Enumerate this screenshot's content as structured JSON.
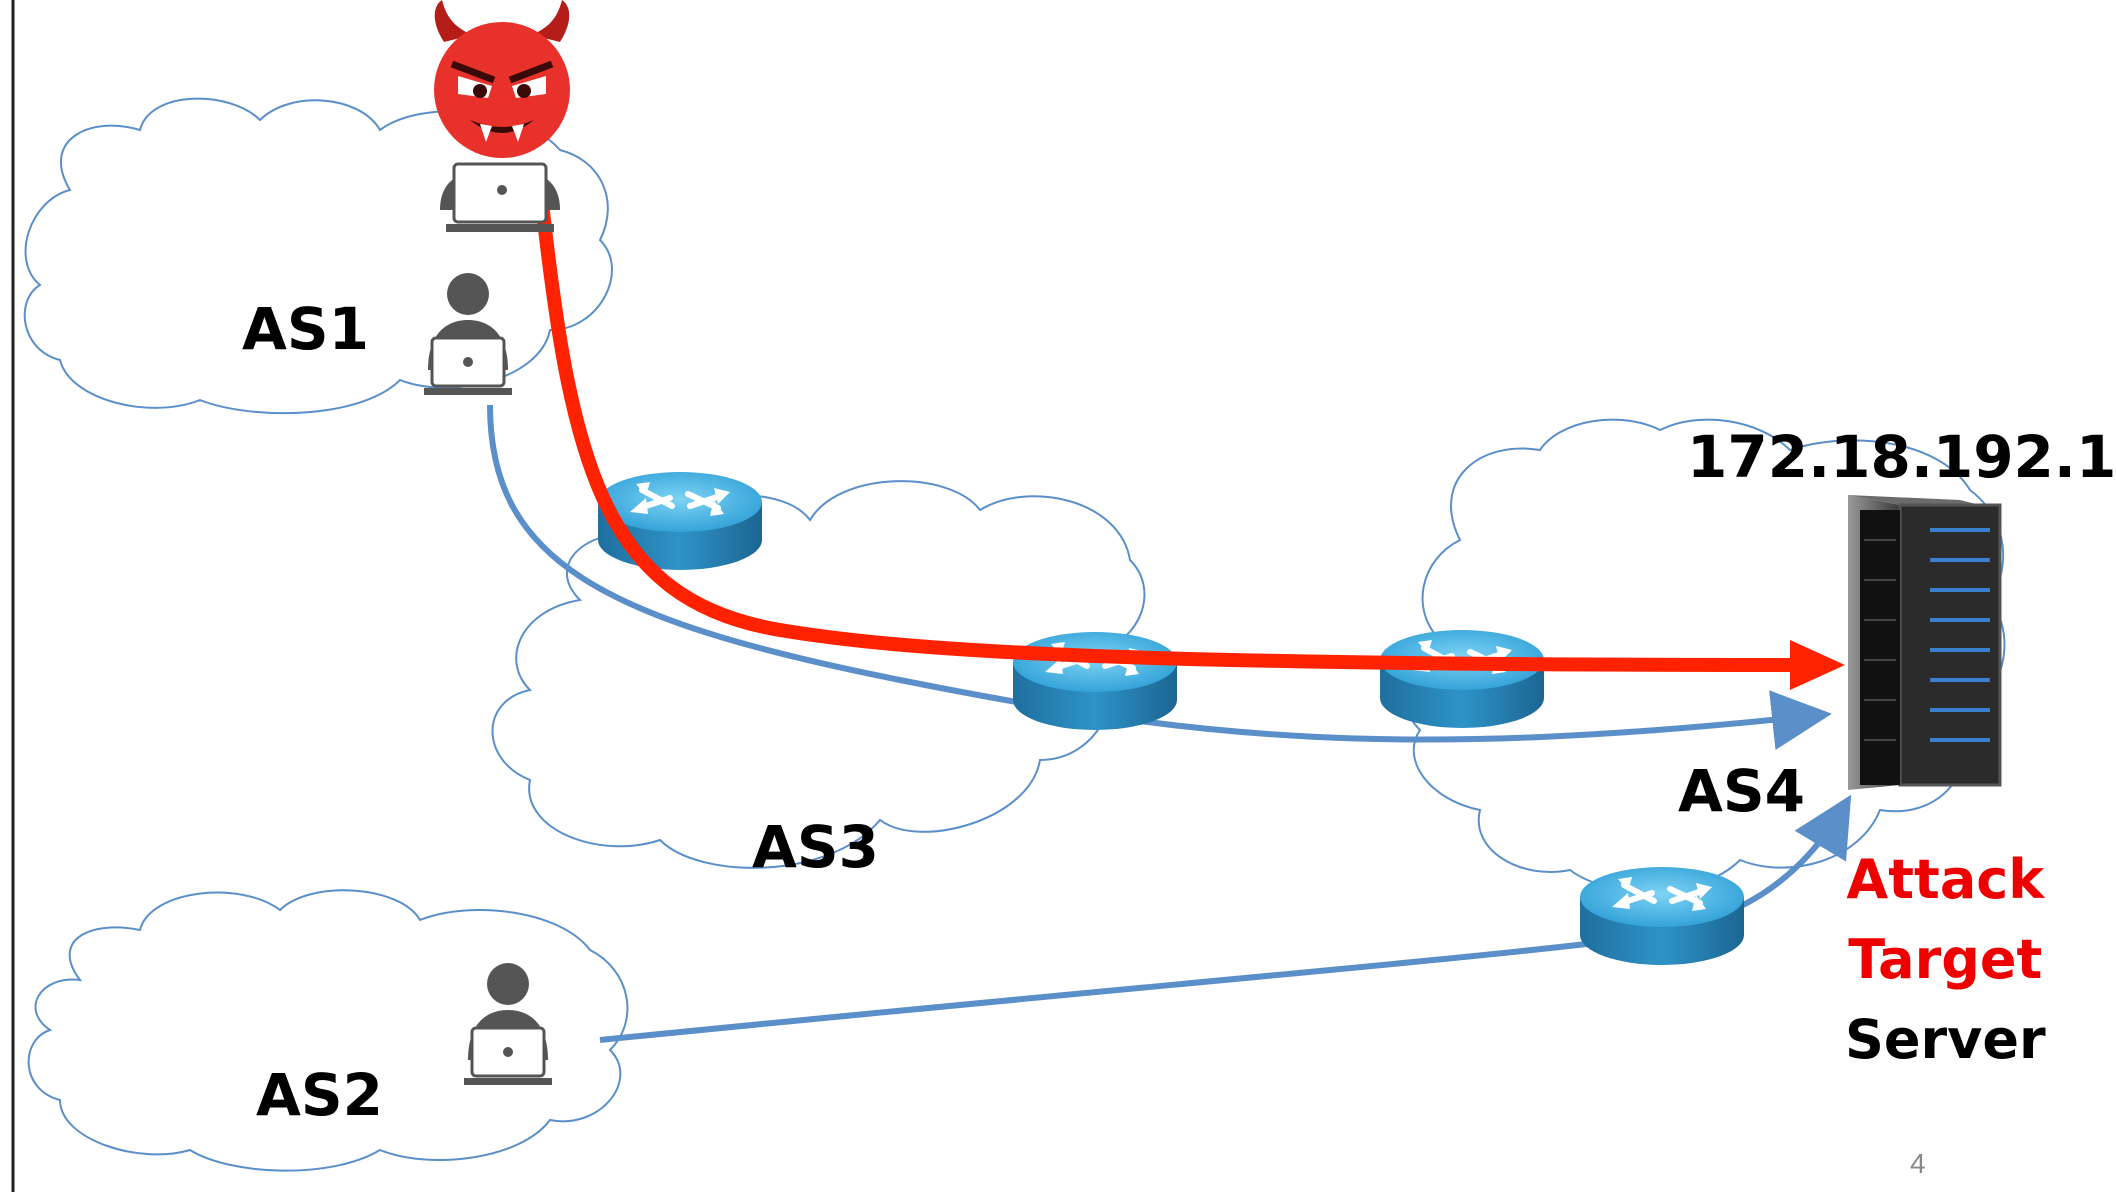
{
  "labels": {
    "as1": "AS1",
    "as2": "AS2",
    "as3": "AS3",
    "as4": "AS4",
    "ip_address": "172.18.192.1"
  },
  "server_caption": {
    "line1": "Attack",
    "line2": "Target",
    "line3": "Server"
  },
  "slide_number": "4",
  "colors": {
    "attack_path": "#ff2200",
    "normal_path": "#5b8fc9",
    "attack_text": "#ee0000",
    "cloud_stroke": "#5b8fc9",
    "router": "#2a8fc2",
    "attacker_face": "#e8312a"
  },
  "icons": [
    "attacker-devil-icon",
    "user-icon",
    "router-icon",
    "server-rack-icon",
    "cloud-icon"
  ]
}
